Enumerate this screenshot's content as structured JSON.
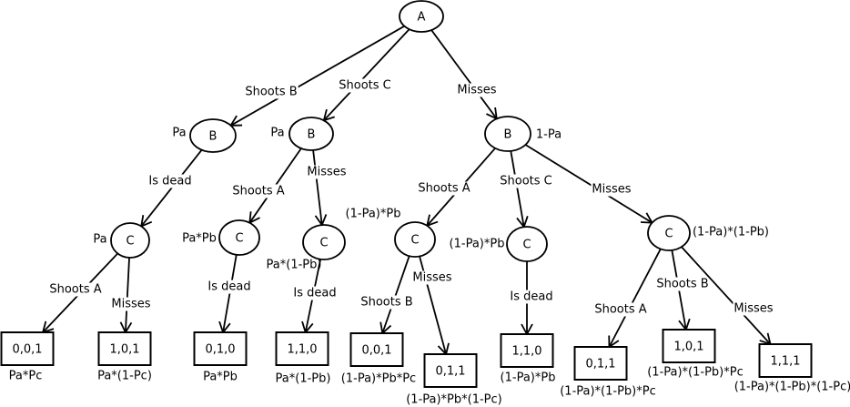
{
  "nodes": [
    {
      "id": "n0",
      "kind": "ellipse",
      "label": "A"
    },
    {
      "id": "n1",
      "kind": "ellipse",
      "label": "B",
      "prob": "Pa"
    },
    {
      "id": "n2",
      "kind": "ellipse",
      "label": "B",
      "prob": "Pa"
    },
    {
      "id": "n3",
      "kind": "ellipse",
      "label": "B",
      "prob": "1-Pa"
    },
    {
      "id": "n4",
      "kind": "ellipse",
      "label": "C",
      "prob": "Pa"
    },
    {
      "id": "n5",
      "kind": "ellipse",
      "label": "C",
      "prob": "Pa*Pb"
    },
    {
      "id": "n6",
      "kind": "ellipse",
      "label": "C",
      "prob": "Pa*(1-Pb)"
    },
    {
      "id": "n7",
      "kind": "ellipse",
      "label": "C",
      "prob": "(1-Pa)*Pb"
    },
    {
      "id": "n8",
      "kind": "ellipse",
      "label": "C",
      "prob": "(1-Pa)*Pb"
    },
    {
      "id": "n9",
      "kind": "ellipse",
      "label": "C",
      "prob": "(1-Pa)*(1-Pb)"
    },
    {
      "id": "l1",
      "kind": "box",
      "label": "0,0,1",
      "prob": "Pa*Pc"
    },
    {
      "id": "l2",
      "kind": "box",
      "label": "1,0,1",
      "prob": "Pa*(1-Pc)"
    },
    {
      "id": "l3",
      "kind": "box",
      "label": "0,1,0",
      "prob": "Pa*Pb"
    },
    {
      "id": "l4",
      "kind": "box",
      "label": "1,1,0",
      "prob": "Pa*(1-Pb)"
    },
    {
      "id": "l5",
      "kind": "box",
      "label": "0,0,1",
      "prob": "(1-Pa)*Pb*Pc"
    },
    {
      "id": "l6",
      "kind": "box",
      "label": "0,1,1",
      "prob": "(1-Pa)*Pb*(1-Pc)"
    },
    {
      "id": "l7",
      "kind": "box",
      "label": "1,1,0",
      "prob": "(1-Pa)*Pb"
    },
    {
      "id": "l8",
      "kind": "box",
      "label": "0,1,1",
      "prob": "(1-Pa)*(1-Pb)*Pc"
    },
    {
      "id": "l9",
      "kind": "box",
      "label": "1,0,1",
      "prob": "(1-Pa)*(1-Pb)*Pc"
    },
    {
      "id": "l10",
      "kind": "box",
      "label": "1,1,1",
      "prob": "(1-Pa)*(1-Pb)*(1-Pc)"
    }
  ],
  "edges": [
    {
      "from": "n0",
      "to": "n1",
      "label": "Shoots B"
    },
    {
      "from": "n0",
      "to": "n2",
      "label": "Shoots C"
    },
    {
      "from": "n0",
      "to": "n3",
      "label": "Misses"
    },
    {
      "from": "n1",
      "to": "n4",
      "label": "Is dead"
    },
    {
      "from": "n2",
      "to": "n5",
      "label": "Shoots A"
    },
    {
      "from": "n2",
      "to": "n6",
      "label": "Misses"
    },
    {
      "from": "n3",
      "to": "n7",
      "label": "Shoots A"
    },
    {
      "from": "n3",
      "to": "n8",
      "label": "Shoots C"
    },
    {
      "from": "n3",
      "to": "n9",
      "label": "Misses"
    },
    {
      "from": "n4",
      "to": "l1",
      "label": "Shoots A"
    },
    {
      "from": "n4",
      "to": "l2",
      "label": "Misses"
    },
    {
      "from": "n5",
      "to": "l3",
      "label": "Is dead"
    },
    {
      "from": "n6",
      "to": "l4",
      "label": "Is dead"
    },
    {
      "from": "n7",
      "to": "l5",
      "label": "Shoots B"
    },
    {
      "from": "n7",
      "to": "l6",
      "label": "Misses"
    },
    {
      "from": "n8",
      "to": "l7",
      "label": "Is dead"
    },
    {
      "from": "n9",
      "to": "l8",
      "label": "Shoots A"
    },
    {
      "from": "n9",
      "to": "l9",
      "label": "Shoots B"
    },
    {
      "from": "n9",
      "to": "l10",
      "label": "Misses"
    }
  ]
}
